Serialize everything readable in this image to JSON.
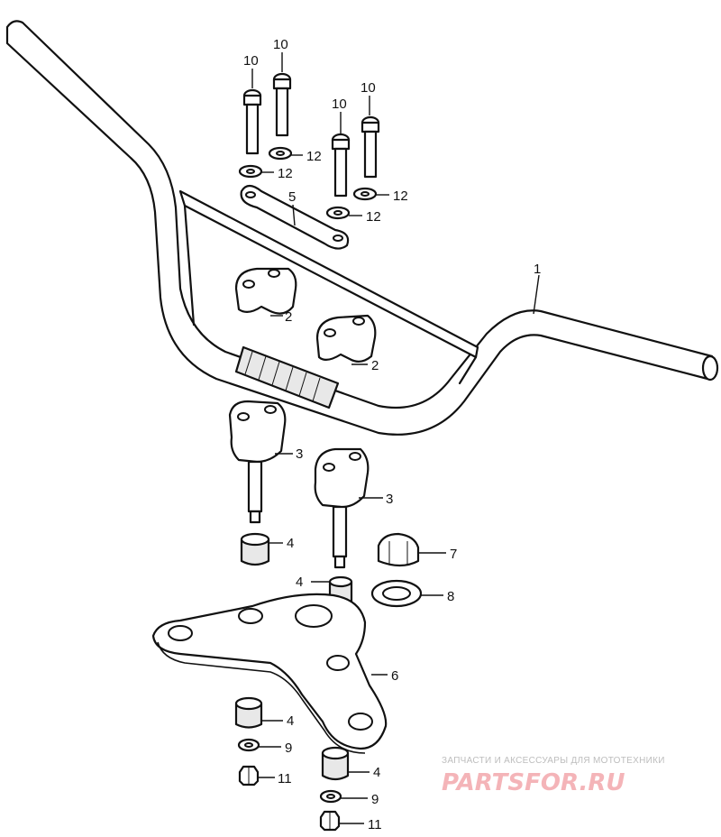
{
  "callouts": {
    "c1": "1",
    "c2a": "2",
    "c2b": "2",
    "c3a": "3",
    "c3b": "3",
    "c4a": "4",
    "c4b": "4",
    "c4c": "4",
    "c4d": "4",
    "c5": "5",
    "c6": "6",
    "c7": "7",
    "c8": "8",
    "c9a": "9",
    "c9b": "9",
    "c10a": "10",
    "c10b": "10",
    "c10c": "10",
    "c10d": "10",
    "c11a": "11",
    "c11b": "11",
    "c12a": "12",
    "c12b": "12",
    "c12c": "12",
    "c12d": "12"
  },
  "watermark": {
    "caption": "ЗАПЧАСТИ И АКСЕССУАРЫ ДЛЯ МОТОТЕХНИКИ",
    "logo": "PARTSFOR.RU"
  }
}
